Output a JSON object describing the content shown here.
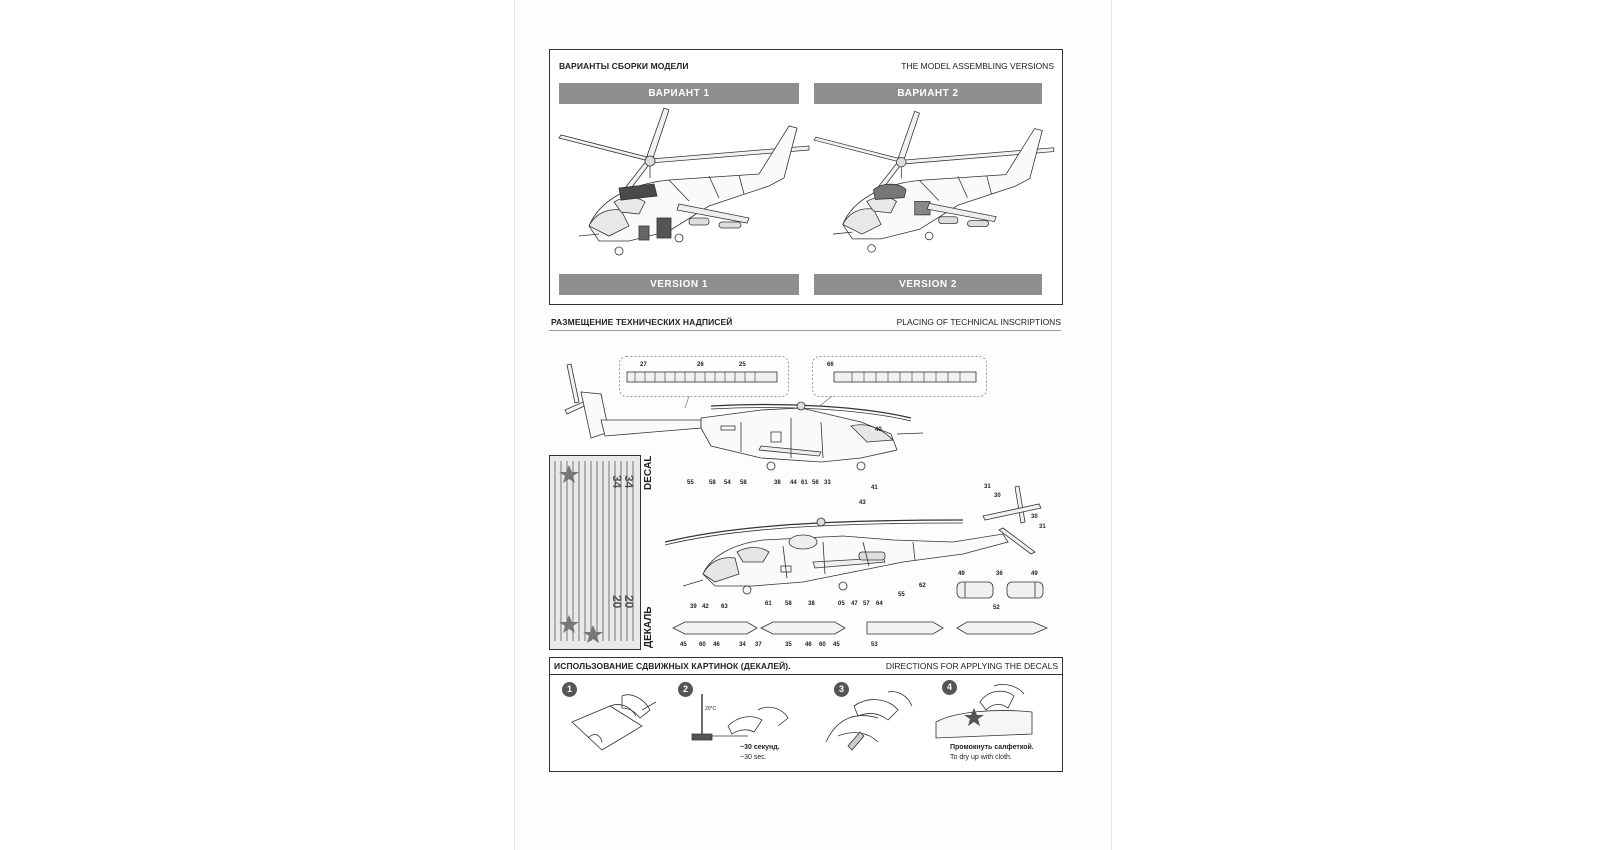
{
  "versions_section": {
    "title_ru": "ВАРИАНТЫ СБОРКИ МОДЕЛИ",
    "title_en": "THE MODEL ASSEMBLING VERSIONS",
    "variant1_ru": "ВАРИАНТ  1",
    "variant2_ru": "ВАРИАНТ  2",
    "version1_en": "VERSION  1",
    "version2_en": "VERSION  2"
  },
  "inscriptions_section": {
    "title_ru": "РАЗМЕЩЕНИЕ ТЕХНИЧЕСКИХ НАДПИСЕЙ",
    "title_en": "PLACING OF TECHNICAL INSCRIPTIONS",
    "decal_en": "DECAL",
    "decal_ru": "ДЕКАЛЬ",
    "callouts": {
      "rotor_a": [
        "27",
        "26",
        "25"
      ],
      "rotor_b": [
        "66"
      ],
      "side1_top": [
        "40"
      ],
      "side1_bottom": [
        "55",
        "58",
        "54",
        "58",
        "38",
        "44",
        "61",
        "56",
        "33",
        "41"
      ],
      "side2_top": [
        "43"
      ],
      "side2_tail": [
        "31",
        "30",
        "30",
        "31"
      ],
      "side2_bottom": [
        "39",
        "42",
        "63",
        "61",
        "58",
        "38",
        "05",
        "47",
        "57",
        "64",
        "55",
        "62"
      ],
      "pods": [
        "49",
        "36",
        "49",
        "52"
      ],
      "pylons": [
        "45",
        "60",
        "46",
        "34",
        "37",
        "35",
        "46",
        "60",
        "45",
        "53"
      ]
    }
  },
  "decals_section": {
    "title_ru": "ИСПОЛЬЗОВАНИЕ СДВИЖНЫХ КАРТИНОК (ДЕКАЛЕЙ).",
    "title_en": "DIRECTIONS  FOR APPLYING THE DECALS",
    "steps": [
      "1",
      "2",
      "3",
      "4"
    ],
    "temp": "20°C",
    "step2_ru": "~30 секунд.",
    "step2_en": "~30 sec.",
    "step4_ru": "Промокнуть салфеткой.",
    "step4_en": "To dry up with cloth."
  }
}
